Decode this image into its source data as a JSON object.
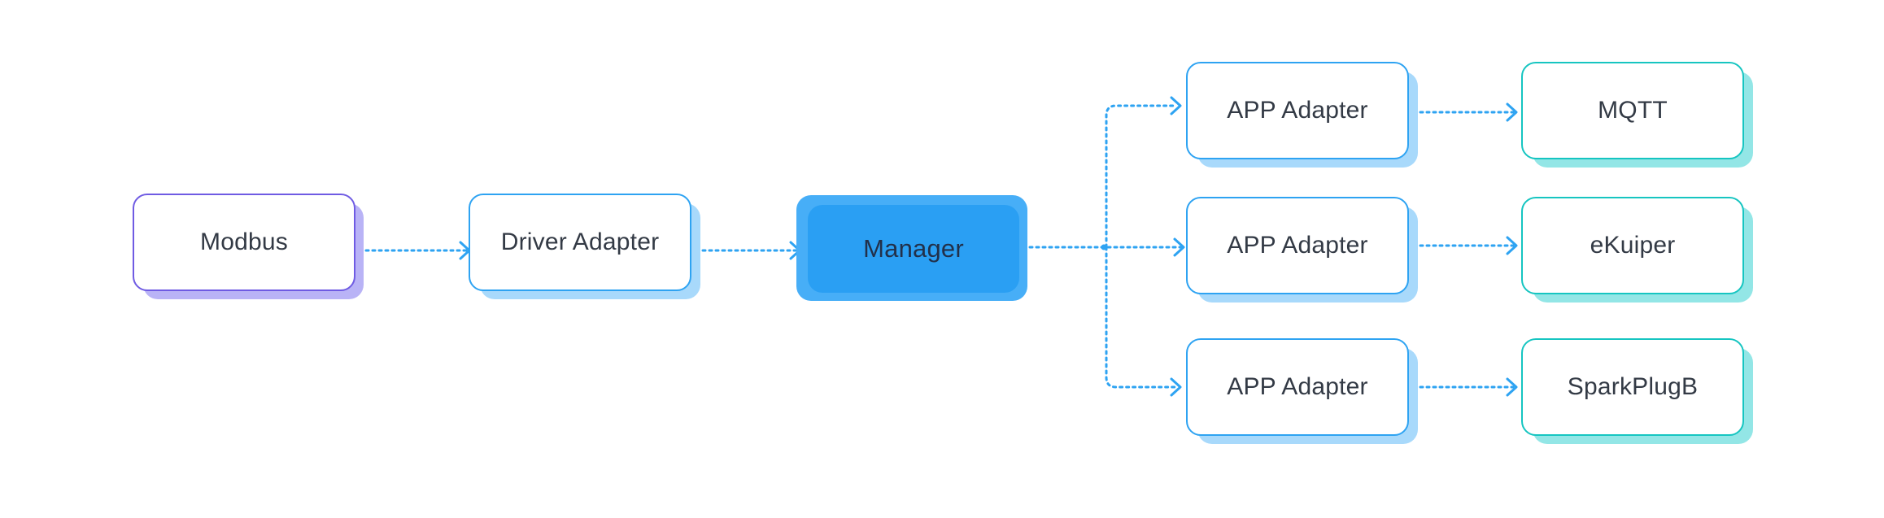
{
  "nodes": {
    "modbus": "Modbus",
    "driver_adapter": "Driver Adapter",
    "manager": "Manager",
    "app_adapter_1": "APP Adapter",
    "app_adapter_2": "APP Adapter",
    "app_adapter_3": "APP Adapter",
    "mqtt": "MQTT",
    "ekuiper": "eKuiper",
    "sparkplugb": "SparkPlugB"
  },
  "colors": {
    "connector": "#2ea3f2",
    "blue_border": "#2ea3f2",
    "purple_border": "#6f5be3",
    "teal_border": "#16c5c1",
    "manager_fill": "#2a9ff3"
  }
}
